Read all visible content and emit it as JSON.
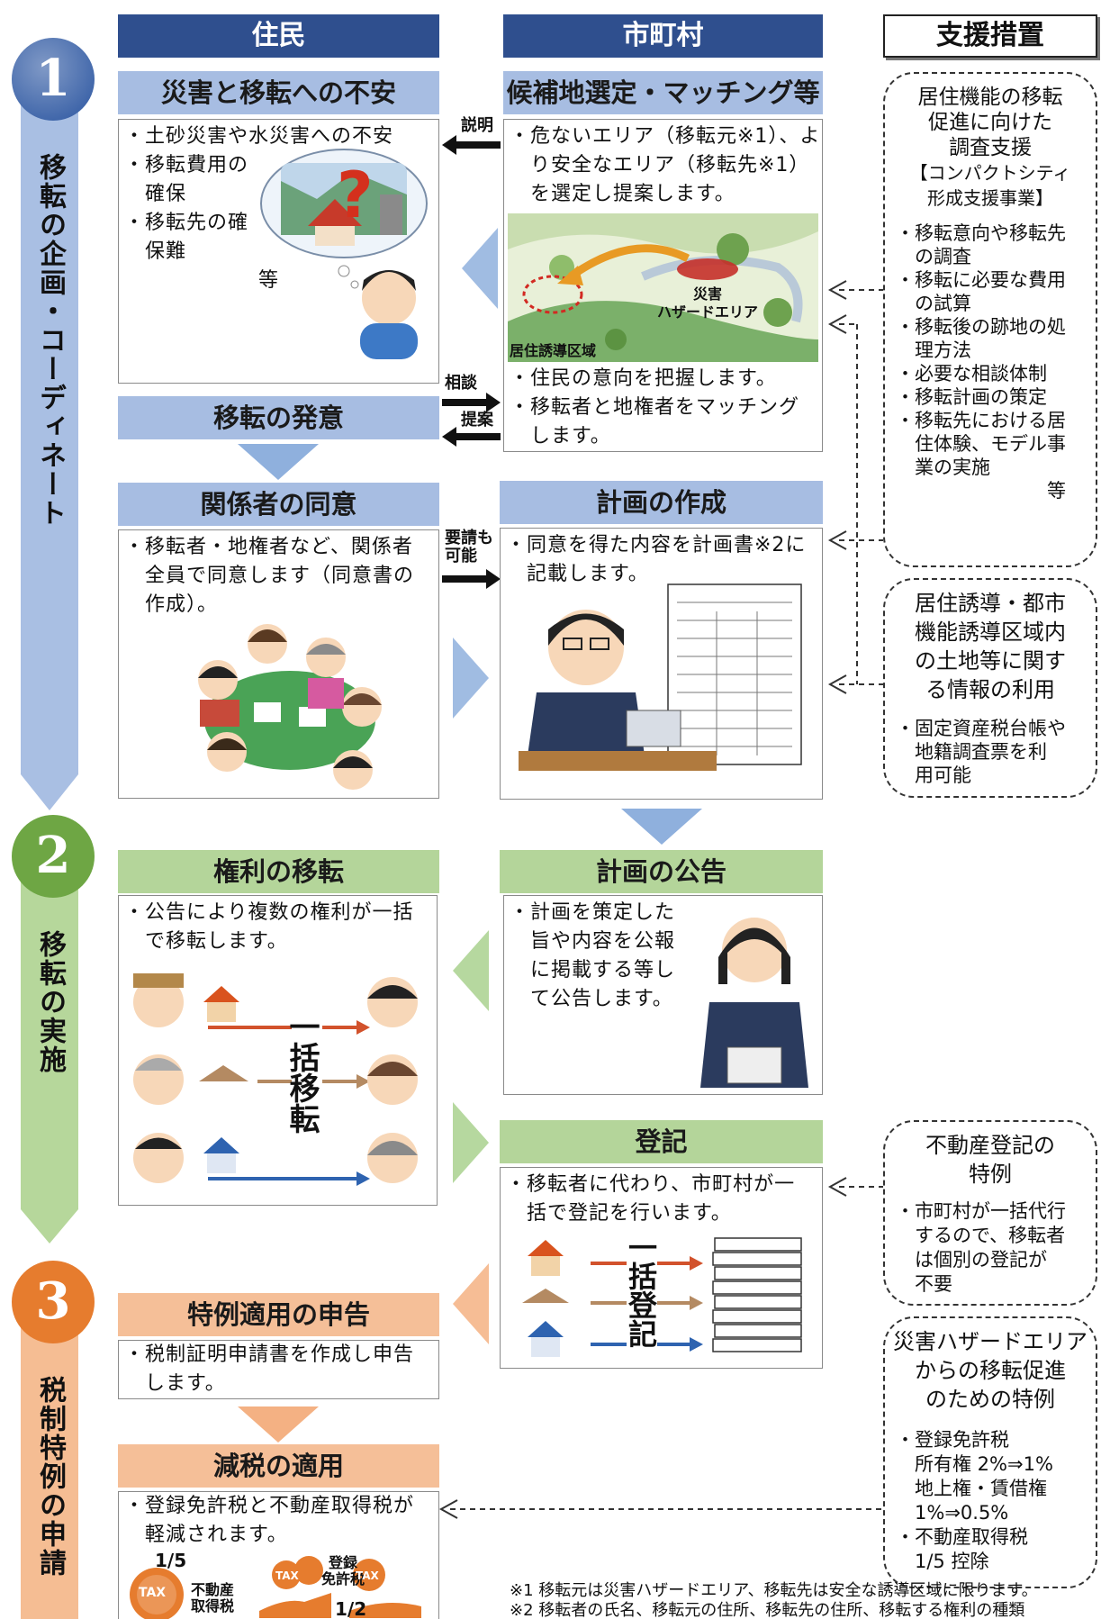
{
  "headers": {
    "resident": "住民",
    "municipality": "市町村",
    "support": "支援措置"
  },
  "phases": [
    {
      "number": "1",
      "label": "移転の企画・コーディネート",
      "color": "#a9bfe3"
    },
    {
      "number": "2",
      "label": "移転の実施",
      "color": "#b6d79b"
    },
    {
      "number": "3",
      "label": "税制特例の申請",
      "color": "#f5bd93"
    }
  ],
  "steps": {
    "anxiety": {
      "title": "災害と移転への不安",
      "lines": [
        "・土砂災害や水災害への不安",
        "・移転費用の",
        "　確保",
        "・移転先の確",
        "　保難",
        "　　　等"
      ]
    },
    "candidate": {
      "title": "候補地選定・マッチング等",
      "lines": [
        "・危ないエリア（移転元※1）、よ",
        "　り安全なエリア（移転先※1）",
        "　を選定し提案します。"
      ],
      "lines2": [
        "・住民の意向を把握します。",
        "・移転者と地権者をマッチング",
        "　します。"
      ],
      "map_label_hazard": "災害\nハザードエリア",
      "map_label_zone": "居住誘導区域"
    },
    "intent": {
      "title": "移転の発意"
    },
    "consent": {
      "title": "関係者の同意",
      "lines": [
        "・移転者・地権者など、関係者",
        "　全員で同意します（同意書の",
        "　作成）。"
      ]
    },
    "plan": {
      "title": "計画の作成",
      "lines": [
        "・同意を得た内容を計画書※2に",
        "　記載します。"
      ]
    },
    "rights": {
      "title": "権利の移転",
      "lines": [
        "・公告により複数の権利が一括",
        "　で移転します。"
      ],
      "vertical": "一括移転"
    },
    "announce": {
      "title": "計画の公告",
      "lines": [
        "・計画を策定した",
        "　旨や内容を公報",
        "　に掲載する等し",
        "　て公告します。"
      ]
    },
    "registry": {
      "title": "登記",
      "lines": [
        "・移転者に代わり、市町村が一",
        "　括で登記を行います。"
      ],
      "vertical": "一括登記"
    },
    "declare": {
      "title": "特例適用の申告",
      "lines": [
        "・税制証明申請書を作成し申告",
        "　します。"
      ]
    },
    "reduction": {
      "title": "減税の適用",
      "lines": [
        "・登録免許税と不動産取得税が",
        "　軽減されます。"
      ],
      "icon_left_frac": "1/5",
      "icon_left_label": "不動産\n取得税",
      "icon_right_frac": "1/2",
      "icon_right_label": "登録\n免許税",
      "tax": "TAX"
    }
  },
  "arrow_labels": {
    "explain": "説明",
    "consult": "相談",
    "propose": "提案",
    "request": "要請も\n可能"
  },
  "support": [
    {
      "title_lines": [
        "居住機能の移転",
        "促進に向けた",
        "調査支援",
        "【コンパクトシティ",
        "形成支援事業】"
      ],
      "items": [
        "・移転意向や移転先",
        "　の調査",
        "・移転に必要な費用",
        "　の試算",
        "・移転後の跡地の処",
        "　理方法",
        "・必要な相談体制",
        "・移転計画の策定",
        "・移転先における居",
        "　住体験、モデル事",
        "　業の実施",
        "　　　　　　　　等"
      ]
    },
    {
      "title_lines": [
        "居住誘導・都市",
        "機能誘導区域内",
        "の土地等に関す",
        "る情報の利用"
      ],
      "items": [
        "・固定資産税台帳や",
        "　地籍調査票を利",
        "　用可能"
      ]
    },
    {
      "title_lines": [
        "不動産登記の",
        "特例"
      ],
      "items": [
        "・市町村が一括代行",
        "　するので、移転者",
        "　は個別の登記が",
        "　不要"
      ]
    },
    {
      "title_lines": [
        "災害ハザードエリア",
        "からの移転促進",
        "のための特例"
      ],
      "items": [
        "・登録免許税",
        "　所有権 2%⇒1%",
        "　地上権・賃借権",
        "　1%⇒0.5%",
        "・不動産取得税",
        "　1/5 控除"
      ]
    }
  ],
  "notes": [
    "※1 移転元は災害ハザードエリア、移転先は安全な誘導区域に限ります。",
    "※2 移転者の氏名、移転元の住所、移転先の住所、移転する権利の種類"
  ],
  "colors": {
    "header": "#2f4f8e",
    "blue": "#a7bde2",
    "green": "#b4d59a",
    "orange": "#f5bf98",
    "arrow_blue": "#8fb0dd",
    "arrow_green": "#a9d18e",
    "arrow_orange": "#f4b183"
  }
}
